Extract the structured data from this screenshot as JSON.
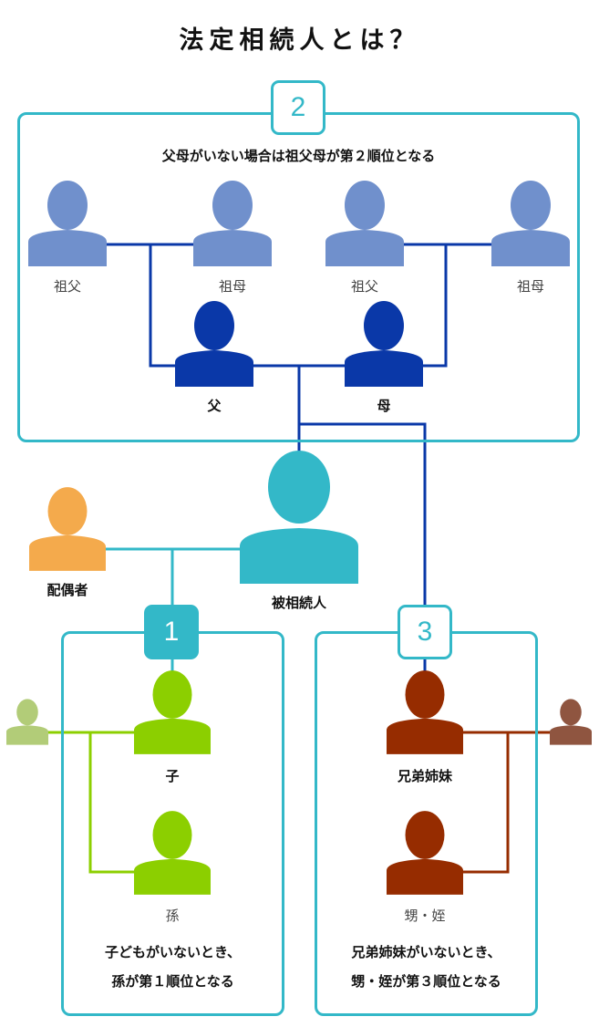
{
  "title": "法定相続人とは？",
  "colors": {
    "box_border": "#33b8c8",
    "grandparent": "#7090cc",
    "parent": "#0a38a8",
    "deceased": "#33b8c8",
    "spouse": "#f4aa4c",
    "child": "#8ccf00",
    "child_spouse": "#b2cc78",
    "sibling": "#962c00",
    "sibling_spouse": "#8f5540"
  },
  "rank2": {
    "badge": "2",
    "caption": "父母がいない場合は祖父母が第２順位となる",
    "grandfather_paternal": "祖父",
    "grandmother_paternal": "祖母",
    "grandfather_maternal": "祖父",
    "grandmother_maternal": "祖母",
    "father": "父",
    "mother": "母"
  },
  "center": {
    "spouse": "配偶者",
    "deceased": "被相続人"
  },
  "rank1": {
    "badge": "1",
    "child": "子",
    "grandchild": "孫",
    "note_line1": "子どもがいないとき、",
    "note_line2": "孫が第１順位となる"
  },
  "rank3": {
    "badge": "3",
    "sibling": "兄弟姉妹",
    "nephew_niece": "甥・姪",
    "note_line1": "兄弟姉妹がいないとき、",
    "note_line2": "甥・姪が第３順位となる"
  }
}
